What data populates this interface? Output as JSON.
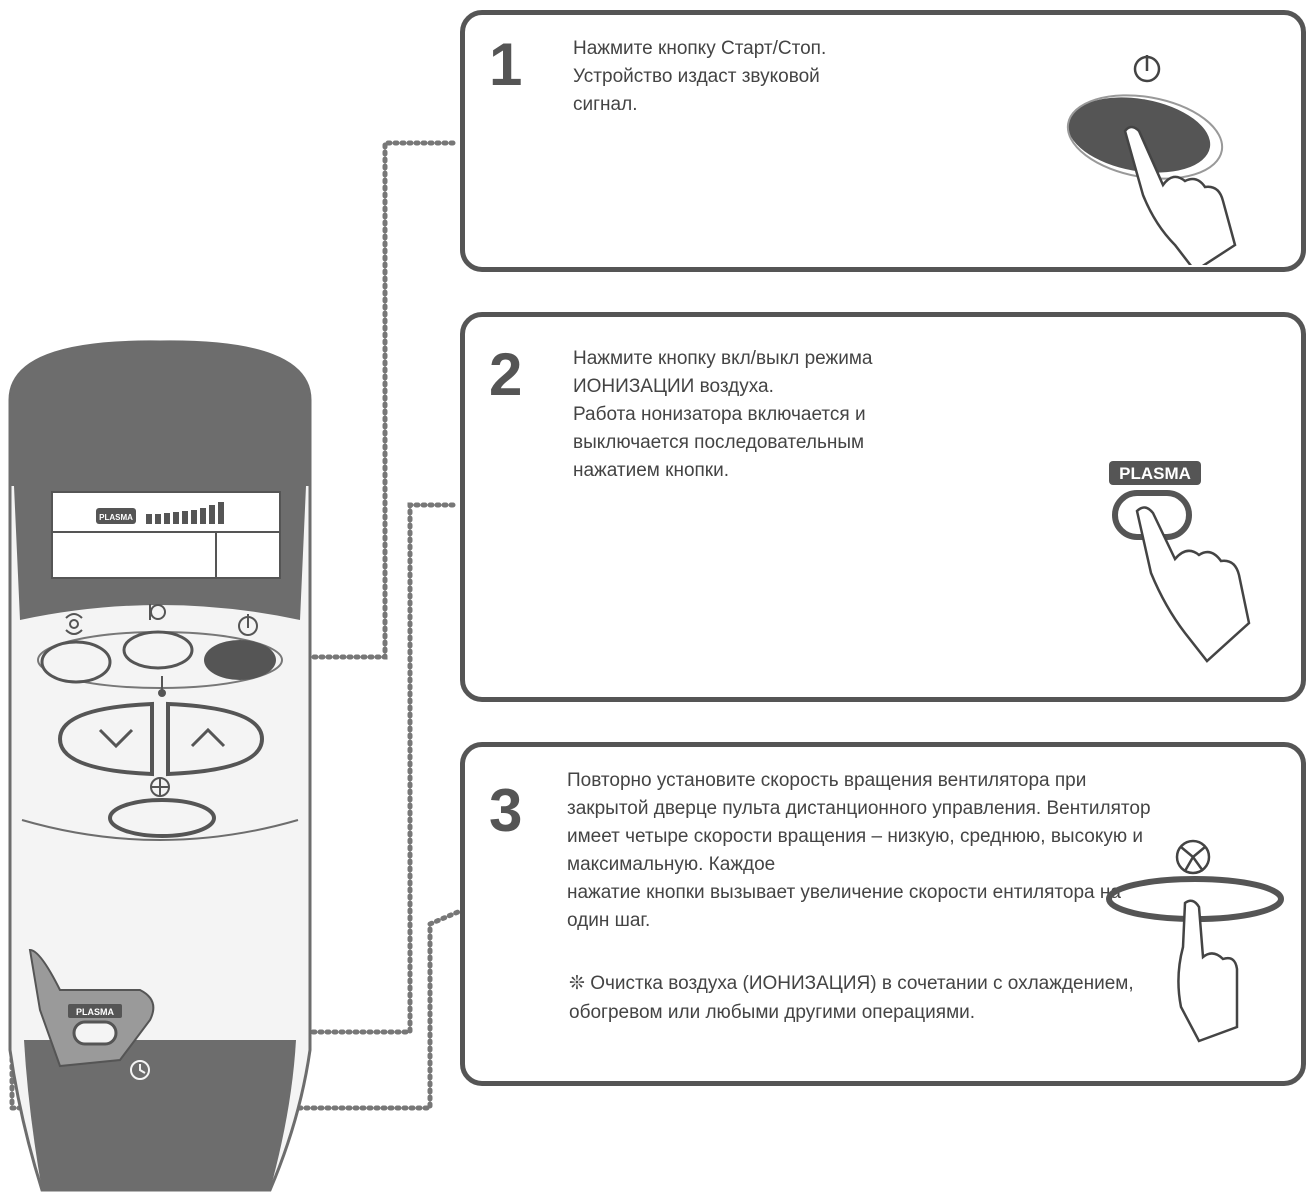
{
  "steps": [
    {
      "number": "1",
      "text": "Нажмите кнопку Старт/Стоп.\nУстройство издаст звуковой\nсигнал."
    },
    {
      "number": "2",
      "text": "Нажмите кнопку вкл/выкл режима\nИОНИЗАЦИИ воздуха.\nРабота нонизатора включается и\nвыключается последовательным\nнажатием кнопки.",
      "button_label": "PLASMA"
    },
    {
      "number": "3",
      "text": "Повторно установите скорость вращения вентилятора при\nзакрытой дверце пульта дистанционного управления. Вентилятор\nимеет четыре скорости вращения – низкую, среднюю, высокую и\nмаксимальную. Каждое\nнажатие кнопки вызывает увеличение скорости ентилятора на\nодин шаг.",
      "note": "❊ Очистка воздуха (ИОНИЗАЦИЯ) в сочетании с охлаждением,\n   обогревом или любыми другими операциями."
    }
  ],
  "remote": {
    "display_badge": "PLASMA",
    "plasma_button_label": "PLASMA"
  },
  "icons": {
    "power": "power-icon",
    "fan_swing": "swing-icon",
    "mode": "mode-icon",
    "temperature": "thermometer-icon",
    "fan_speed": "fan-icon",
    "timer": "timer-icon",
    "hand": "hand-pointer-icon"
  },
  "colors": {
    "remote_dark": "#6d6d6d",
    "remote_light": "#f4f4f4",
    "box_border": "#555555",
    "dotted_line": "#777777"
  }
}
